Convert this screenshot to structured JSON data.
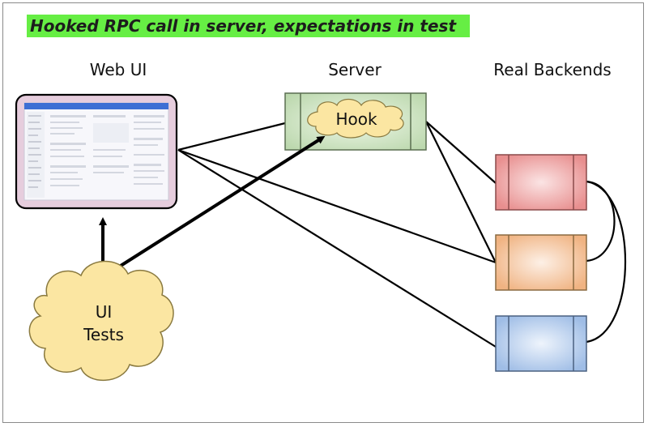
{
  "title": "Hooked RPC call in server, expectations in test",
  "labels": {
    "web_ui": "Web UI",
    "server": "Server",
    "real_backends": "Real Backends",
    "hook": "Hook",
    "ui_tests_line1": "UI",
    "ui_tests_line2": "Tests"
  },
  "colors": {
    "title_highlight": "#66ee44",
    "web_ui_frame": "#e8cfe0",
    "server_box": "#cfe4c4",
    "hook_cloud": "#fbe6a2",
    "backend_red": "#ee9999",
    "backend_orange": "#f6c8a0",
    "backend_blue": "#b8d0ee",
    "tests_cloud": "#fbe6a2"
  },
  "icons": {
    "web_ui_thumbnail": "app-screenshot-thumbnail",
    "hook": "cloud-shape",
    "tests": "cloud-shape"
  }
}
